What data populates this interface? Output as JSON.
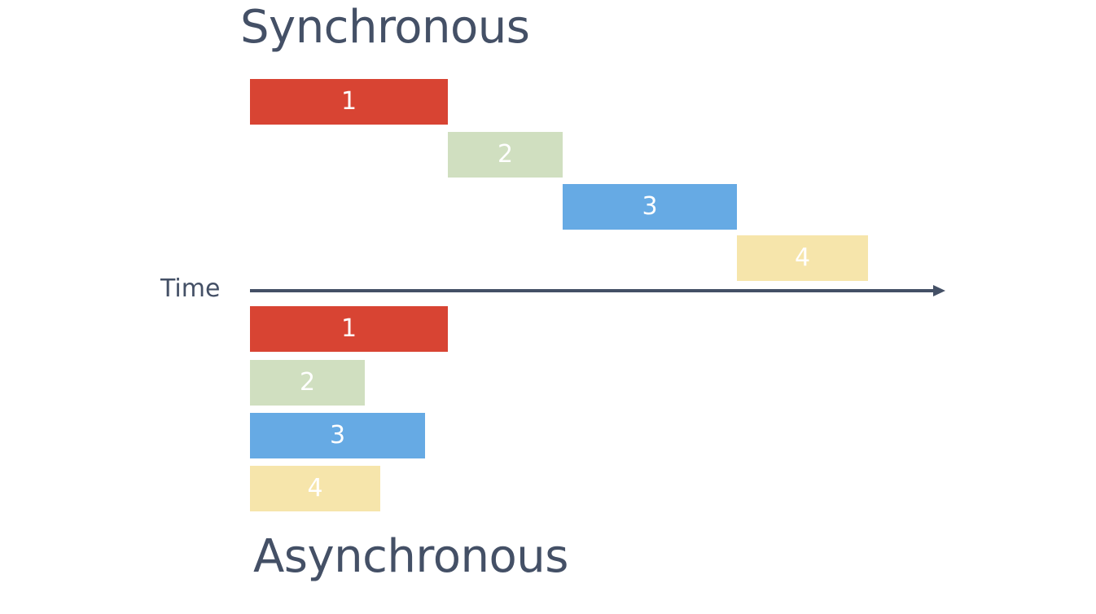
{
  "diagram": {
    "sync_title": "Synchronous",
    "async_title": "Asynchronous",
    "axis_label": "Time",
    "colors": {
      "task1": "#d84433",
      "task2": "#d0dfc0",
      "task3": "#66aae4",
      "task4": "#f6e5ab",
      "axis": "#445066",
      "text": "#445066",
      "task_label": "#ffffff"
    },
    "sync_tasks": [
      {
        "label": "1"
      },
      {
        "label": "2"
      },
      {
        "label": "3"
      },
      {
        "label": "4"
      }
    ],
    "async_tasks": [
      {
        "label": "1"
      },
      {
        "label": "2"
      },
      {
        "label": "3"
      },
      {
        "label": "4"
      }
    ]
  }
}
